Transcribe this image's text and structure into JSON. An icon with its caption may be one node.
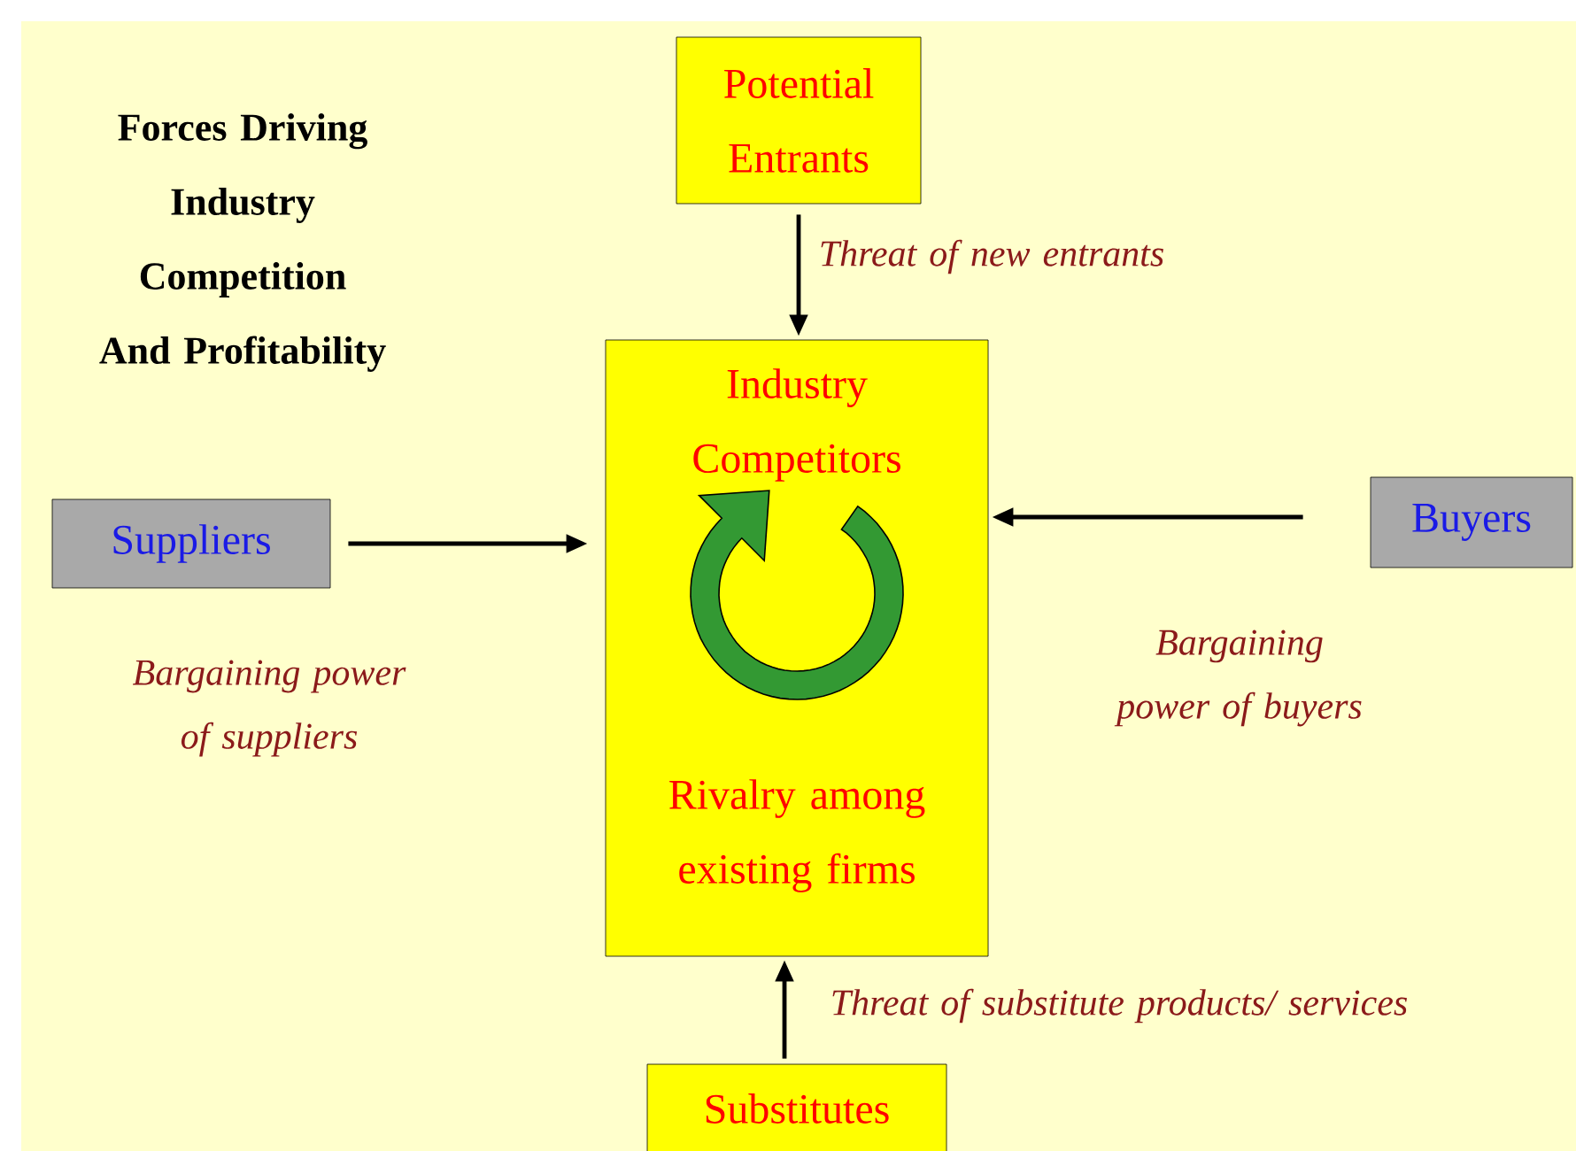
{
  "diagram": {
    "title": "Forces Driving Industry Competition And Profitability",
    "nodes": [
      {
        "text": [
          "Potential Entrants"
        ]
      },
      {
        "text": [
          "Industry Competitors",
          "Rivalry among existing firms"
        ]
      },
      {
        "text": [
          "Suppliers"
        ]
      },
      {
        "text": [
          "Buyers"
        ]
      },
      {
        "text": [
          "Substitutes"
        ]
      }
    ],
    "edges": [
      {
        "from": 0,
        "to": 1,
        "arrow": "to",
        "label": "Threat of new entrants"
      },
      {
        "from": 2,
        "to": 1,
        "arrow": "to",
        "label": "Bargaining power of suppliers"
      },
      {
        "from": 3,
        "to": 1,
        "arrow": "to",
        "label": "Bargaining power of buyers"
      },
      {
        "from": 4,
        "to": 1,
        "arrow": "to",
        "label": "Threat of substitute products/ services"
      }
    ]
  }
}
